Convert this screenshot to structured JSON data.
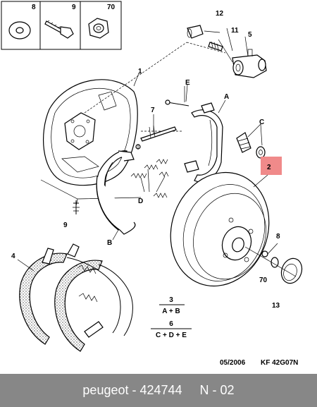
{
  "inset_labels": [
    "8",
    "9",
    "70"
  ],
  "callouts": {
    "c1": "1",
    "c2": "2",
    "c4": "4",
    "c5": "5",
    "c7": "7",
    "c8": "8",
    "c9": "9",
    "c11": "11",
    "c12": "12",
    "c13": "13",
    "c70": "70",
    "cA": "A",
    "cB": "B",
    "cC": "C",
    "cD": "D",
    "cE": "E"
  },
  "legend": {
    "f1_num": "3",
    "f1_den": "A + B",
    "f2_num": "6",
    "f2_den": "C + D + E"
  },
  "date": "05/2006",
  "ref": "KF 42G07N",
  "footer": "peugeot - 424744     N - 02",
  "colors": {
    "highlight": "#f08a8a",
    "footer_bg": "#878787"
  }
}
